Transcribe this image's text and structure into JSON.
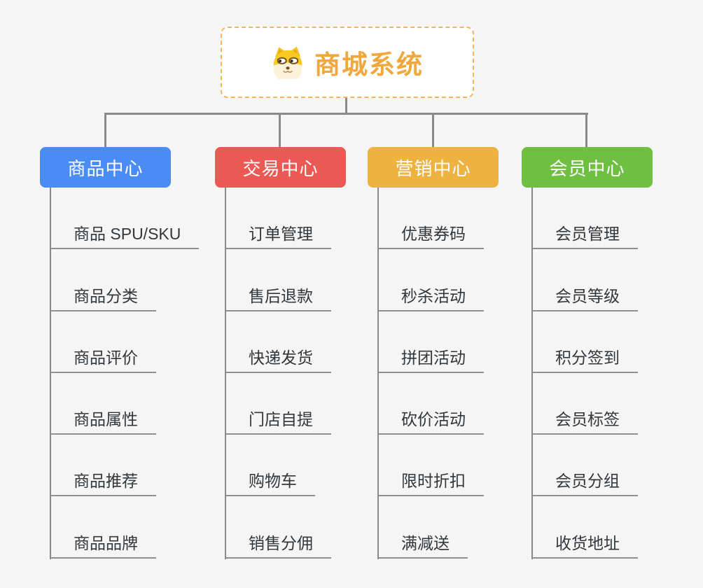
{
  "canvas": {
    "background": "#F5F5F5",
    "connector_color": "#8A8A8A",
    "underline_color": "#8F8F8F"
  },
  "root": {
    "label": "商城系统",
    "icon": "dog-face-icon",
    "text_color": "#F0A73C",
    "border_color": "#F2B558",
    "background": "#FFFFFF"
  },
  "branches": [
    {
      "label": "商品中心",
      "color": "#4A8CF3",
      "children": [
        "商品 SPU/SKU",
        "商品分类",
        "商品评价",
        "商品属性",
        "商品推荐",
        "商品品牌"
      ]
    },
    {
      "label": "交易中心",
      "color": "#EA5954",
      "children": [
        "订单管理",
        "售后退款",
        "快递发货",
        "门店自提",
        "购物车",
        "销售分佣"
      ]
    },
    {
      "label": "营销中心",
      "color": "#EDB23F",
      "children": [
        "优惠券码",
        "秒杀活动",
        "拼团活动",
        "砍价活动",
        "限时折扣",
        "满减送"
      ]
    },
    {
      "label": "会员中心",
      "color": "#6FBF42",
      "children": [
        "会员管理",
        "会员等级",
        "积分签到",
        "会员标签",
        "会员分组",
        "收货地址"
      ]
    }
  ]
}
